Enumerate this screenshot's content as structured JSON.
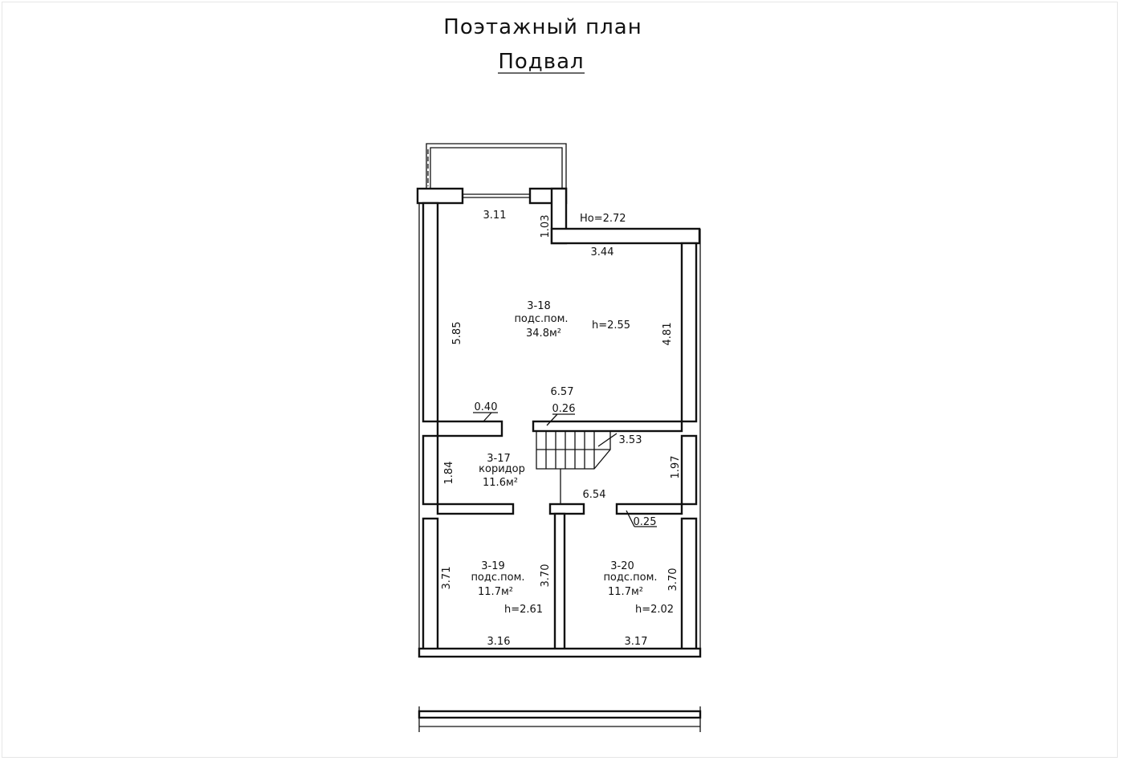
{
  "title": {
    "line1": "Поэтажный план",
    "line2": "Подвал"
  },
  "plan": {
    "outer_height": "Ho=2.72",
    "rooms": [
      {
        "id": "room-3-18",
        "number": "3-18",
        "name": "подс.пом.",
        "area": "34.8м²",
        "height": "h=2.55"
      },
      {
        "id": "room-3-17",
        "number": "3-17",
        "name": "коридор",
        "area": "11.6м²"
      },
      {
        "id": "room-3-19",
        "number": "3-19",
        "name": "подс.пом.",
        "area": "11.7м²",
        "height": "h=2.61"
      },
      {
        "id": "room-3-20",
        "number": "3-20",
        "name": "подс.пом.",
        "area": "11.7м²",
        "height": "h=2.02"
      }
    ],
    "dimensions": {
      "top_left": "3.11",
      "step_vertical": "1.03",
      "top_right": "3.44",
      "left_main": "5.85",
      "right_main": "4.81",
      "width_mid": "6.57",
      "partition_left": "0.40",
      "partition_mid": "0.26",
      "stair": "3.53",
      "corridor_left": "1.84",
      "right_mid": "1.97",
      "width_lower": "6.54",
      "partition_right": "0.25",
      "left_lower": "3.71",
      "mid_lower_left": "3.70",
      "right_lower": "3.70",
      "bottom_left": "3.16",
      "bottom_right": "3.17"
    }
  }
}
